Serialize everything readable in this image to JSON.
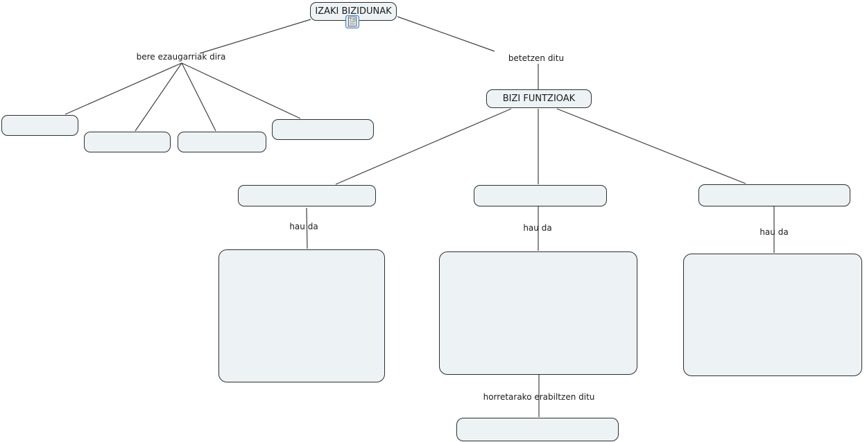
{
  "diagram": {
    "title": "IZAKI BIZIDUNAK concept map",
    "nodes": {
      "root": "IZAKI BIZIDUNAK",
      "functions": "BIZI FUNTZIOAK",
      "trait_1": "",
      "trait_2": "",
      "trait_3": "",
      "trait_4": "",
      "function_1": "",
      "function_2": "",
      "function_3": "",
      "detail_1": "",
      "detail_2": "",
      "detail_3": "",
      "bottom": ""
    },
    "links": {
      "ezaugarriak": "bere ezaugarriak dira",
      "betetzen": "betetzen ditu",
      "hau_da_1": "hau da",
      "hau_da_2": "hau da",
      "hau_da_3": "hau da",
      "horretarako": "horretarako erabiltzen ditu"
    },
    "icons": {
      "root_attachment": "document-resource-icon"
    },
    "colors": {
      "node_fill": "#edf3f5",
      "node_border": "#2e2e2e",
      "line": "#3f3f3f",
      "text": "#1a1a1a",
      "icon_bg": "#d9e8f9",
      "icon_border": "#4a7ab8",
      "canvas_bg": "#ffffff"
    }
  }
}
